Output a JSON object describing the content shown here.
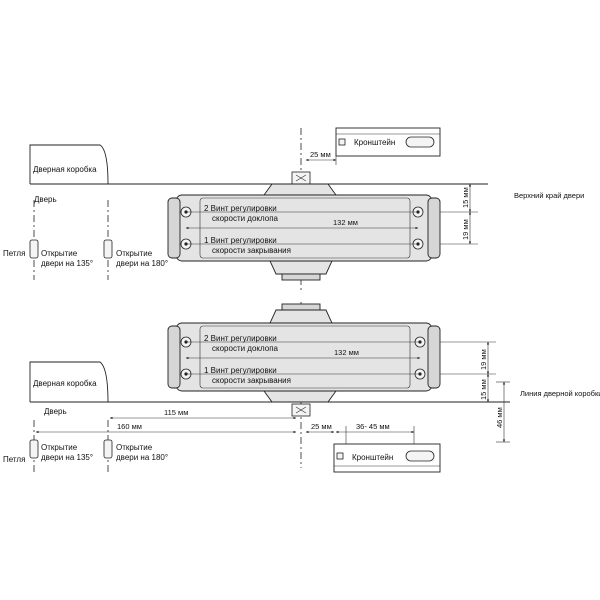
{
  "top": {
    "bracket_label": "Кронштейн",
    "dim_bracket_offset": "25 мм",
    "door_frame_label": "Дверная коробка",
    "door_label": "Дверь",
    "door_top_edge_label": "Верхний край двери",
    "hinge_label": "Петля",
    "opening_135_line1": "Открытие",
    "opening_135_line2": "двери на 135°",
    "opening_180_line1": "Открытие",
    "opening_180_line2": "двери на 180°",
    "screw2_line1": "2 Винт регулировки",
    "screw2_line2": "скорости доклопа",
    "screw1_line1": "1 Винт регулировки",
    "screw1_line2": "скорости закрывания",
    "dim_hole_spacing": "132 мм",
    "dim_vertical_1": "15 мм",
    "dim_vertical_2": "19 мм"
  },
  "bottom": {
    "screw2_line1": "2 Винт регулировки",
    "screw2_line2": "скорости доклопа",
    "screw1_line1": "1 Винт регулировки",
    "screw1_line2": "скорости закрывания",
    "dim_hole_spacing": "132 мм",
    "door_frame_label": "Дверная коробка",
    "door_label": "Дверь",
    "frame_line_label": "Линия дверной коробки",
    "dim_vertical_1": "19 мм",
    "dim_vertical_2": "15 мм",
    "dim_vertical_total": "46 мм",
    "dim_115": "115 мм",
    "dim_160": "160 мм",
    "dim_bracket_offset": "25 мм",
    "dim_bracket_range": "36- 45 мм",
    "hinge_label": "Петля",
    "opening_135_line1": "Открытие",
    "opening_135_line2": "двери на 135°",
    "opening_180_line1": "Открытие",
    "opening_180_line2": "двери на 180°",
    "bracket_label": "Кронштейн"
  }
}
